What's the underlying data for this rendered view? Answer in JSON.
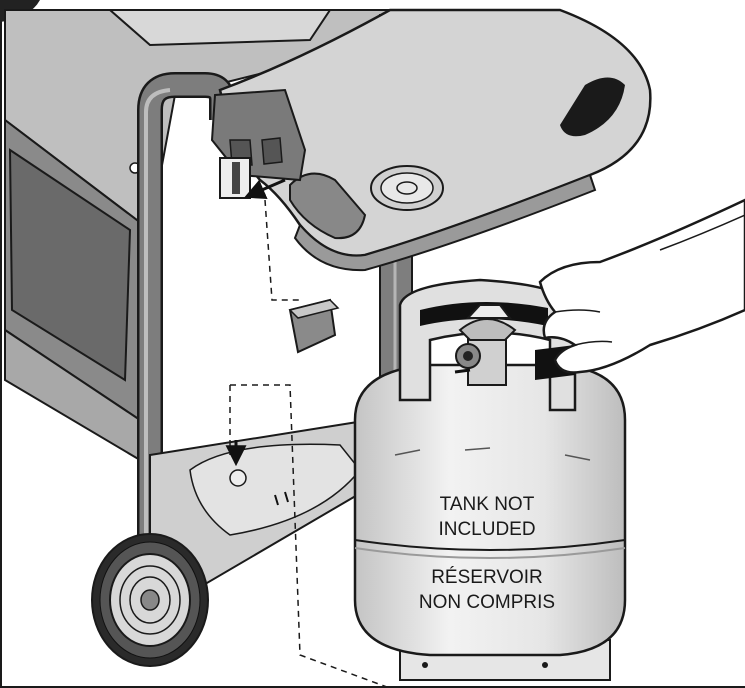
{
  "tank_label": {
    "en_line1": "TANK NOT",
    "en_line2": "INCLUDED",
    "fr_line1": "RÉSERVOIR",
    "fr_line2": "NON COMPRIS"
  },
  "colors": {
    "outline": "#1a1a1a",
    "grill_gray": "#9a9a9a",
    "grill_dark": "#5a5a5a",
    "tank_light": "#eeeeee",
    "tank_shade": "#cfcfcf",
    "shelf": "#d6d6d6",
    "frame": "#8a8a8a",
    "black_part": "#111111"
  },
  "icons": {
    "arrow": "arrow-icon",
    "wheel": "wheel-icon",
    "valve": "valve-icon"
  }
}
